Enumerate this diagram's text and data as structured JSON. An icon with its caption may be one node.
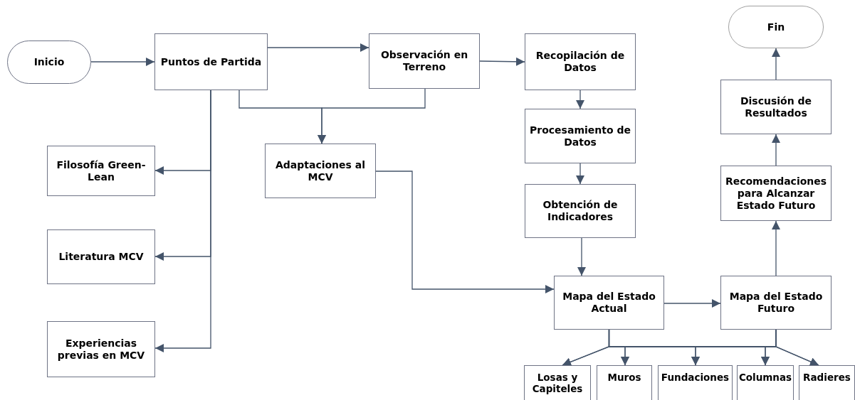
{
  "diagram": {
    "nodes": [
      {
        "text": [
          "Inicio"
        ]
      },
      {
        "text": [
          "Puntos de Partida"
        ]
      },
      {
        "text": [
          "Observación en Terreno"
        ]
      },
      {
        "text": [
          "Recopilación de Datos"
        ]
      },
      {
        "text": [
          "Procesamiento de Datos"
        ]
      },
      {
        "text": [
          "Adaptaciones al MCV"
        ]
      },
      {
        "text": [
          "Filosofía Green-Lean"
        ]
      },
      {
        "text": [
          "Obtención de Indicadores"
        ]
      },
      {
        "text": [
          "Literatura MCV"
        ]
      },
      {
        "text": [
          "Experiencias previas en MCV"
        ]
      },
      {
        "text": [
          "Mapa del Estado Actual"
        ]
      },
      {
        "text": [
          "Mapa del Estado Futuro"
        ]
      },
      {
        "text": [
          "Recomendaciones para Alcanzar Estado Futuro"
        ]
      },
      {
        "text": [
          "Discusión de Resultados"
        ]
      },
      {
        "text": [
          "Fin"
        ]
      },
      {
        "text": [
          "Losas y Capiteles"
        ]
      },
      {
        "text": [
          "Muros"
        ]
      },
      {
        "text": [
          "Fundaciones"
        ]
      },
      {
        "text": [
          "Columnas"
        ]
      },
      {
        "text": [
          "Radieres"
        ]
      }
    ],
    "edges": [
      {
        "from": 0,
        "to": 1,
        "arrow": "to"
      },
      {
        "from": 1,
        "to": 2,
        "arrow": "to"
      },
      {
        "from": 2,
        "to": 3,
        "arrow": "to"
      },
      {
        "from": 1,
        "to": 5,
        "arrow": "to"
      },
      {
        "from": 2,
        "to": 5,
        "arrow": "to"
      },
      {
        "from": 1,
        "to": 6,
        "arrow": "to"
      },
      {
        "from": 1,
        "to": 8,
        "arrow": "to"
      },
      {
        "from": 1,
        "to": 9,
        "arrow": "to"
      },
      {
        "from": 3,
        "to": 4,
        "arrow": "to"
      },
      {
        "from": 4,
        "to": 7,
        "arrow": "to"
      },
      {
        "from": 7,
        "to": 10,
        "arrow": "to"
      },
      {
        "from": 5,
        "to": 10,
        "arrow": "to"
      },
      {
        "from": 10,
        "to": 11,
        "arrow": "to"
      },
      {
        "from": 11,
        "to": 12,
        "arrow": "to"
      },
      {
        "from": 12,
        "to": 13,
        "arrow": "to"
      },
      {
        "from": 13,
        "to": 14,
        "arrow": "to"
      },
      {
        "from": 10,
        "to": 15,
        "arrow": "to"
      },
      {
        "from": 10,
        "to": 16,
        "arrow": "to"
      },
      {
        "from": 10,
        "to": 17,
        "arrow": "to"
      },
      {
        "from": 10,
        "to": 18,
        "arrow": "to"
      },
      {
        "from": 10,
        "to": 19,
        "arrow": "to"
      },
      {
        "from": 11,
        "to": 15,
        "arrow": "to"
      },
      {
        "from": 11,
        "to": 16,
        "arrow": "to"
      },
      {
        "from": 11,
        "to": 17,
        "arrow": "to"
      },
      {
        "from": 11,
        "to": 18,
        "arrow": "to"
      },
      {
        "from": 11,
        "to": 19,
        "arrow": "to"
      }
    ]
  }
}
